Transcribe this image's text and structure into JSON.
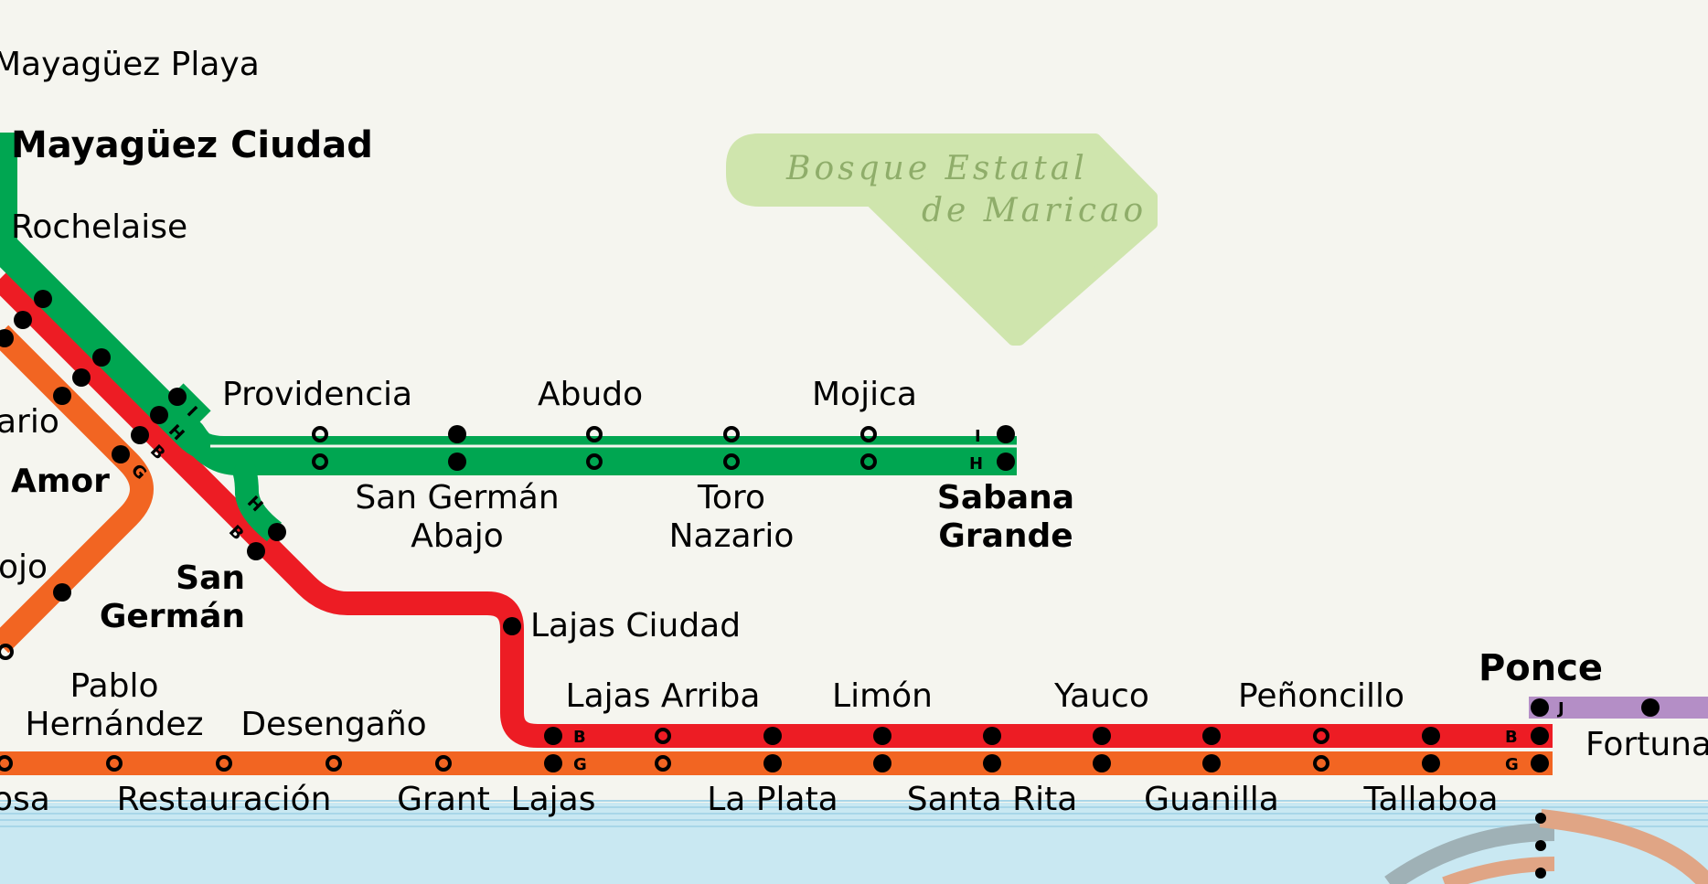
{
  "colors": {
    "background": "#f5f5ef",
    "water": "#c9e8f2",
    "park": "#cfe5ad",
    "park_text": "#8fad6a",
    "line_green": "#00a651",
    "line_red": "#ed1c24",
    "line_orange": "#f26522",
    "line_purple": "#b48ec6",
    "line_tan": "#e0a585",
    "line_gray": "#9fb1b6"
  },
  "park": {
    "line1": "Bosque Estatal",
    "line2": "de Maricao"
  },
  "stations": {
    "mayaguez_playa": "Mayagüez Playa",
    "mayaguez_ciudad": "Mayagüez Ciudad",
    "rochelaise": "Rochelaise",
    "ario": "ario",
    "amor": "Amor",
    "ojo": "ojo",
    "providencia": "Providencia",
    "abudo": "Abudo",
    "mojica": "Mojica",
    "san_german_abajo_1": "San Germán",
    "san_german_abajo_2": "Abajo",
    "toro_nazario_1": "Toro",
    "toro_nazario_2": "Nazario",
    "sabana_grande_1": "Sabana",
    "sabana_grande_2": "Grande",
    "san_german_1": "San",
    "san_german_2": "Germán",
    "lajas_ciudad": "Lajas Ciudad",
    "pablo_hernandez_1": "Pablo",
    "pablo_hernandez_2": "Hernández",
    "desengano": "Desengaño",
    "lajas_arriba": "Lajas Arriba",
    "limon": "Limón",
    "yauco": "Yauco",
    "penoncillo": "Peñoncillo",
    "ponce": "Ponce",
    "fortuna": "Fortuna",
    "osa": "osa",
    "restauracion": "Restauración",
    "grant": "Grant",
    "lajas": "Lajas",
    "la_plata": "La Plata",
    "santa_rita": "Santa Rita",
    "guanilla": "Guanilla",
    "tallaboa": "Tallaboa"
  },
  "line_tags": {
    "i": "I",
    "h": "H",
    "b": "B",
    "g": "G",
    "j": "J"
  }
}
